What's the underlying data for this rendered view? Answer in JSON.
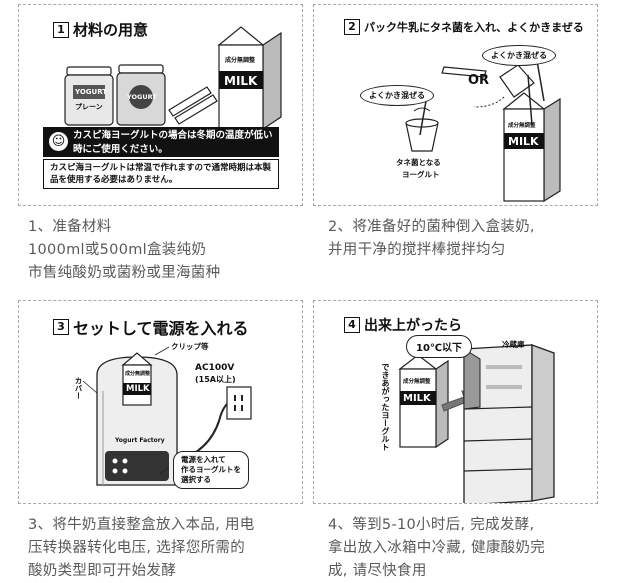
{
  "steps": [
    {
      "num": "1",
      "title": "材料の用意",
      "labels": {
        "jar_brand": "YOGURT",
        "jar_sub": "プレーン",
        "jar2_brand": "YOGURT",
        "carton_main": "MILK",
        "carton_top": "成分無調整"
      },
      "notice_main": "カスピ海ヨーグルトの場合は冬期の温度が低い時にご使用ください。",
      "notice_sub": "カスピ海ヨーグルトは常温で作れますので通常時期は本製品を使用する必要はありません。",
      "caption": [
        "1、准备材料",
        "1000ml或500ml盒装纯奶",
        "市售纯酸奶或菌粉或里海菌种"
      ]
    },
    {
      "num": "2",
      "title": "パック牛乳にタネ菌を入れ、よくかきまぜる",
      "bubble_left": "よくかき混ぜる",
      "bubble_right": "よくかき混ぜる",
      "or_label": "OR",
      "cup_label_1": "タネ菌となる",
      "cup_label_2": "ヨーグルト",
      "carton_main": "MILK",
      "carton_top": "成分無調整",
      "caption": [
        "2、将准备好的菌种倒入盒装奶,",
        "并用干净的搅拌棒搅拌均匀"
      ]
    },
    {
      "num": "3",
      "title": "セットして電源を入れる",
      "clip_label": "クリップ等",
      "power_label": "AC100V",
      "power_sub": "(15A以上)",
      "cover_label": "カバー",
      "device_brand": "Yogurt Factory",
      "carton_main": "MILK",
      "carton_top": "成分無調整",
      "note": [
        "電源を入れて",
        "作るヨーグルトを",
        "選択する"
      ],
      "caption": [
        "3、将牛奶直接整盒放入本品, 用电",
        "压转换器转化电压, 选择您所需的",
        "酸奶类型即可开始发酵"
      ]
    },
    {
      "num": "4",
      "title": "出来上がったら",
      "temp_label": "10℃以下",
      "fridge_label": "冷蔵庫",
      "carton_vertical": "できあがったヨーグルト",
      "carton_main": "MILK",
      "carton_top": "成分無調整",
      "caption": [
        "4、等到5-10小时后, 完成发酵,",
        "拿出放入冰箱中冷藏, 健康酸奶完",
        "成, 请尽快食用"
      ]
    }
  ]
}
